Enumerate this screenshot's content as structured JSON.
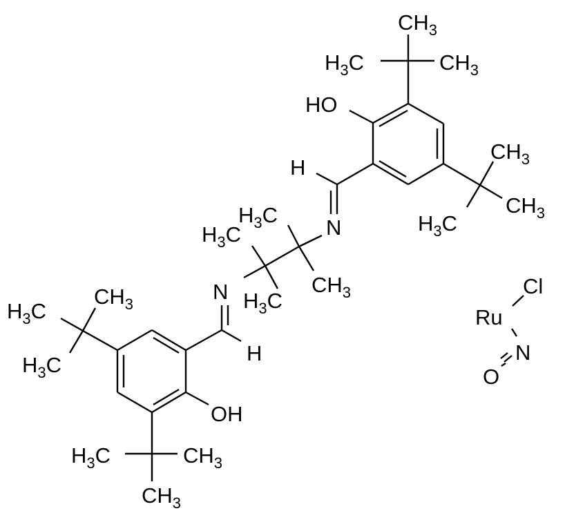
{
  "diagram": {
    "type": "chemical-structure",
    "description": "Ruthenium nitrosyl chloride complex with N,N'-bis(3,5-di-tert-butylsalicylidene)-2,3-dimethylbutane-2,3-diamine ligand",
    "colors": {
      "bond": "#000000",
      "background": "#ffffff"
    },
    "labels": {
      "top_tbu_ch3_top": {
        "main": "CH",
        "sub": "3"
      },
      "top_tbu_h3c_left": {
        "pre": "H",
        "sub": "3",
        "main": "C"
      },
      "top_tbu_ch3_right": {
        "main": "CH",
        "sub": "3"
      },
      "top_oh": "HO",
      "top_imine_h": "H",
      "top_imine_n": "N",
      "right_tbu_ch3_upper": {
        "main": "CH",
        "sub": "3"
      },
      "right_tbu_ch3_lower": {
        "main": "CH",
        "sub": "3"
      },
      "right_tbu_h3c": {
        "pre": "H",
        "sub": "3",
        "main": "C"
      },
      "center_h3c_upper": {
        "pre": "H",
        "sub": "3",
        "main": "C"
      },
      "center_h3c_left": {
        "pre": "H",
        "sub": "3",
        "main": "C"
      },
      "center_ch3_right": {
        "main": "CH",
        "sub": "3"
      },
      "center_h3c_lower": {
        "pre": "H",
        "sub": "3",
        "main": "C"
      },
      "bottom_imine_n": "N",
      "bottom_imine_h": "H",
      "left_tbu_ch3_upper": {
        "main": "CH",
        "sub": "3"
      },
      "left_tbu_h3c_left": {
        "pre": "H",
        "sub": "3",
        "main": "C"
      },
      "left_tbu_h3c_lower": {
        "pre": "H",
        "sub": "3",
        "main": "C"
      },
      "bottom_oh": "OH",
      "bottom_tbu_h3c_left": {
        "pre": "H",
        "sub": "3",
        "main": "C"
      },
      "bottom_tbu_ch3_right": {
        "main": "CH",
        "sub": "3"
      },
      "bottom_tbu_ch3_bottom": {
        "main": "CH",
        "sub": "3"
      },
      "metal": "Ru",
      "chloride": "Cl",
      "nitrosyl_n": "N",
      "nitrosyl_o": "O"
    }
  }
}
